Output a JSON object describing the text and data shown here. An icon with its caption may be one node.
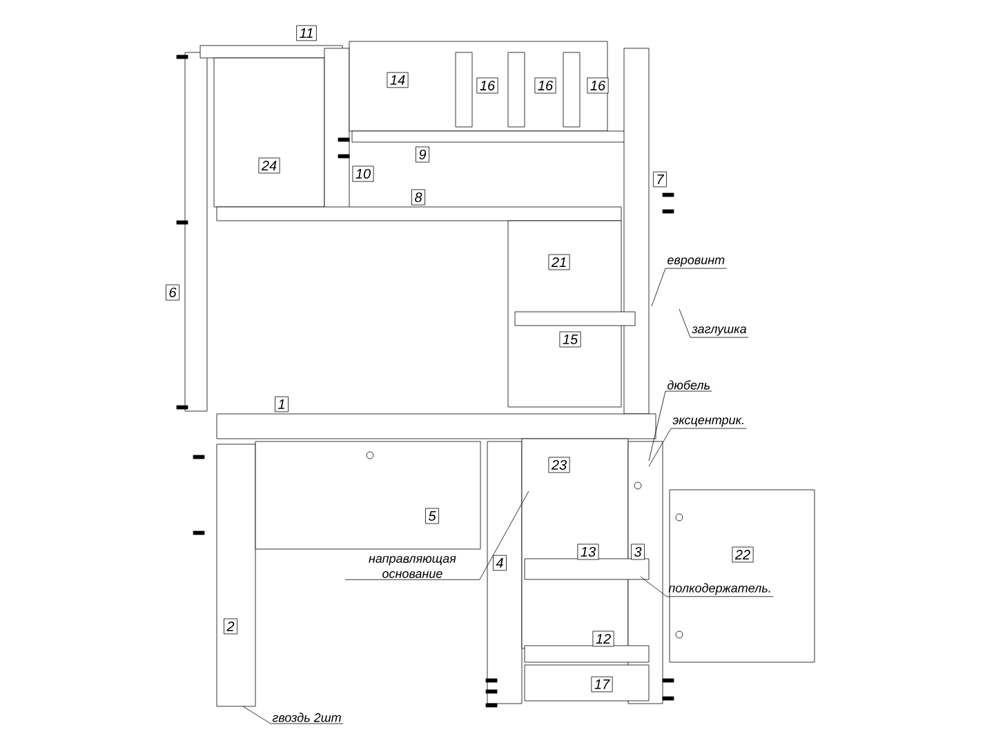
{
  "diagram": {
    "nodes": [
      {
        "text": [
          "евровинт"
        ]
      },
      {
        "text": [
          "заглушка"
        ]
      },
      {
        "text": [
          "дюбель"
        ]
      },
      {
        "text": [
          "эксцентрик."
        ]
      },
      {
        "text": [
          "направляющая основание"
        ]
      },
      {
        "text": [
          "полкодержатель."
        ]
      },
      {
        "text": [
          "гвоздь 2шт"
        ]
      }
    ],
    "edges": [
      {
        "from": 0,
        "to": null,
        "arrow": "none"
      },
      {
        "from": 1,
        "to": null,
        "arrow": "none"
      },
      {
        "from": 2,
        "to": null,
        "arrow": "none"
      },
      {
        "from": 3,
        "to": null,
        "arrow": "none"
      },
      {
        "from": 4,
        "to": null,
        "arrow": "none"
      },
      {
        "from": 5,
        "to": null,
        "arrow": "none"
      },
      {
        "from": 6,
        "to": null,
        "arrow": "none"
      }
    ],
    "labels": [
      "11",
      "14",
      "16",
      "16",
      "16",
      "24",
      "10",
      "9",
      "8",
      "7",
      "6",
      "21",
      "15",
      "1",
      "5",
      "23",
      "4",
      "13",
      "3",
      "22",
      "2",
      "12",
      "17"
    ]
  }
}
